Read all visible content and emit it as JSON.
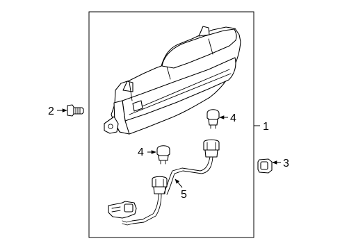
{
  "callouts": {
    "assembly": "1",
    "bolt": "2",
    "socket": "3",
    "bulb_upper": "4",
    "bulb_lower": "4",
    "harness": "5"
  },
  "colors": {
    "line": "#000000",
    "background": "#ffffff"
  }
}
